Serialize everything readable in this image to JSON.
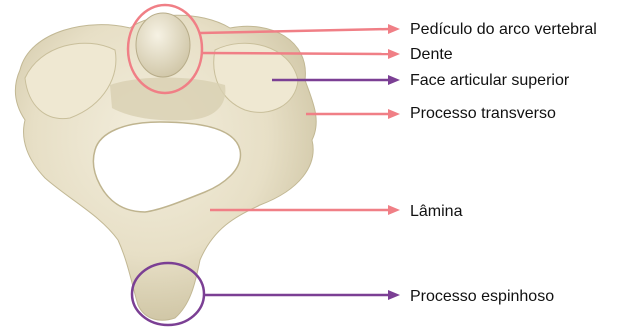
{
  "figure": {
    "subject": "vertebra-photo",
    "colors": {
      "bone": "#e9e2cc",
      "bone_shadow": "#cfc6a8",
      "pink": "#f07f86",
      "purple": "#7b3f94",
      "text": "#111111"
    },
    "labels": [
      {
        "text": "Pedículo do arco vertebral",
        "color": "pink"
      },
      {
        "text": "Dente",
        "color": "pink"
      },
      {
        "text": "Face articular superior",
        "color": "purple"
      },
      {
        "text": "Processo transverso",
        "color": "pink"
      },
      {
        "text": "Lâmina",
        "color": "pink"
      },
      {
        "text": "Processo espinhoso",
        "color": "purple"
      }
    ]
  }
}
